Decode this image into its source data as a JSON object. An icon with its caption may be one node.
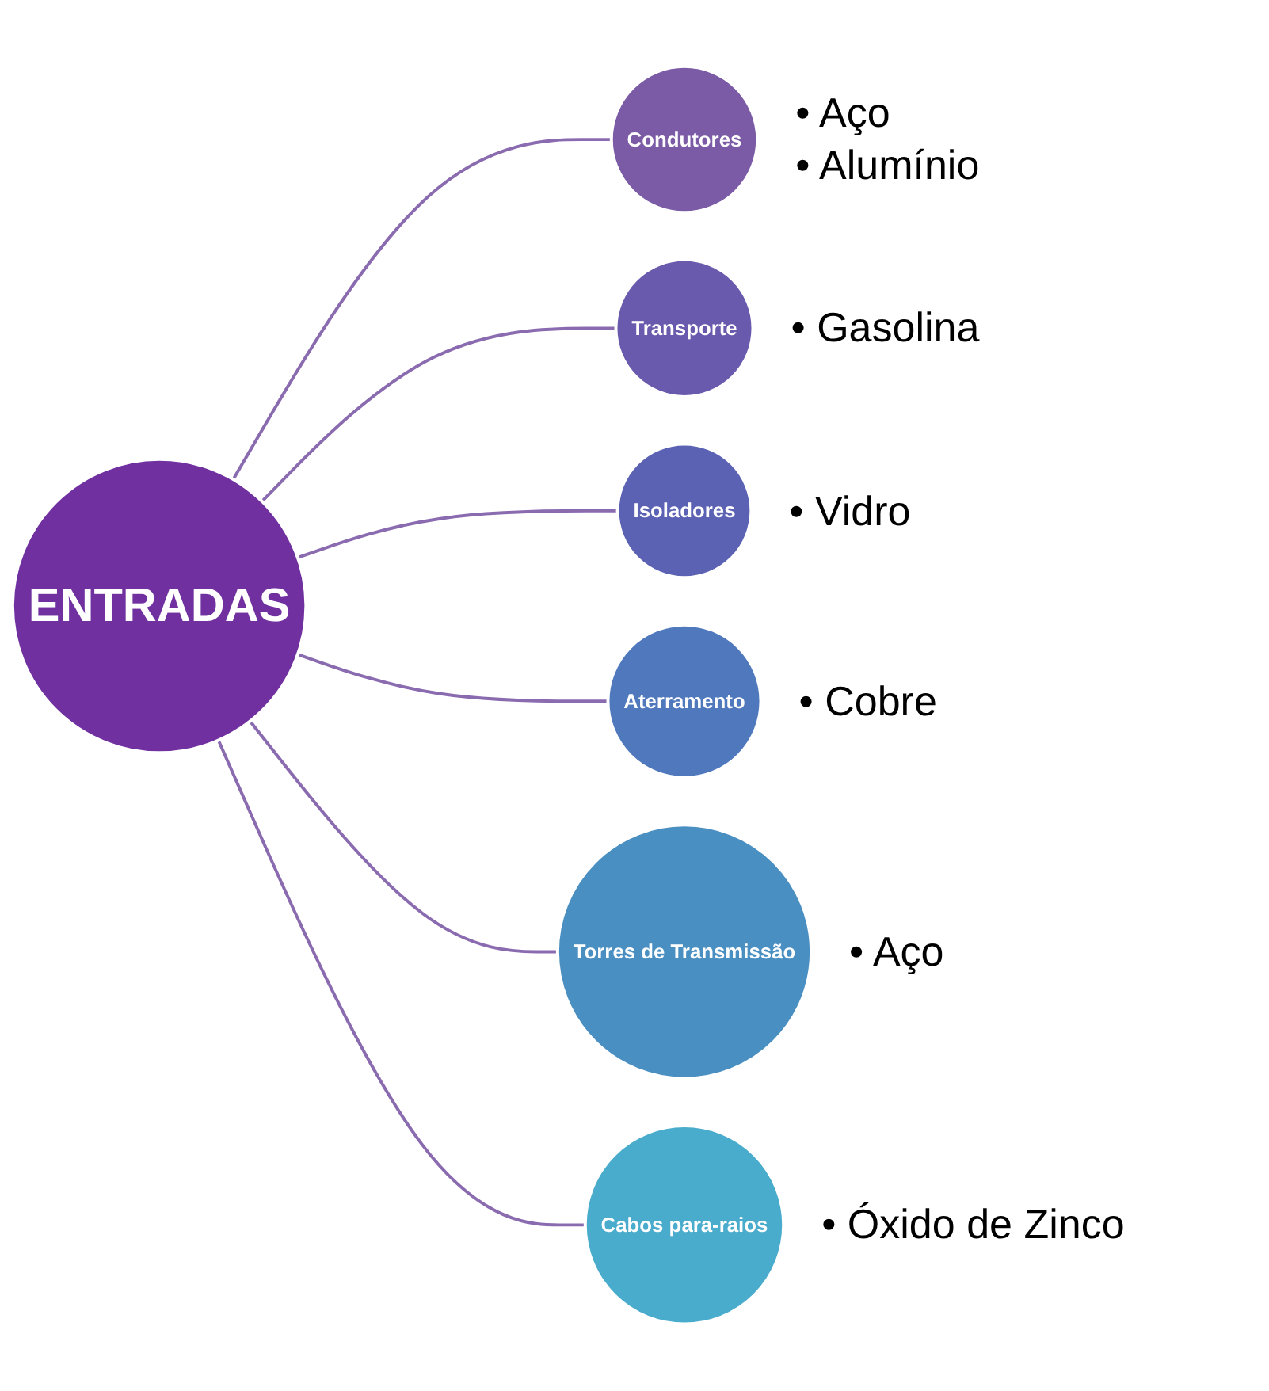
{
  "diagram": {
    "nodes": [
      {
        "text": [
          "ENTRADAS"
        ]
      },
      {
        "text": [
          "Condutores"
        ],
        "beside": [
          "• Aço",
          "• Alumínio"
        ]
      },
      {
        "text": [
          "Transporte"
        ],
        "beside": [
          "•  Gasolina"
        ]
      },
      {
        "text": [
          "Isoladores"
        ],
        "beside": [
          "• Vidro"
        ]
      },
      {
        "text": [
          "Aterramento"
        ],
        "beside": [
          "•  Cobre"
        ]
      },
      {
        "text": [
          "Torres de Transmissão"
        ],
        "beside": [
          "•  Aço"
        ]
      },
      {
        "text": [
          "Cabos para-raios"
        ],
        "beside": [
          "•  Óxido de Zinco"
        ]
      }
    ],
    "edges": [
      {
        "from": 0,
        "to": 1,
        "arrow": "none"
      },
      {
        "from": 0,
        "to": 2,
        "arrow": "none"
      },
      {
        "from": 0,
        "to": 3,
        "arrow": "none"
      },
      {
        "from": 0,
        "to": 4,
        "arrow": "none"
      },
      {
        "from": 0,
        "to": 5,
        "arrow": "none"
      },
      {
        "from": 0,
        "to": 6,
        "arrow": "none"
      }
    ]
  }
}
